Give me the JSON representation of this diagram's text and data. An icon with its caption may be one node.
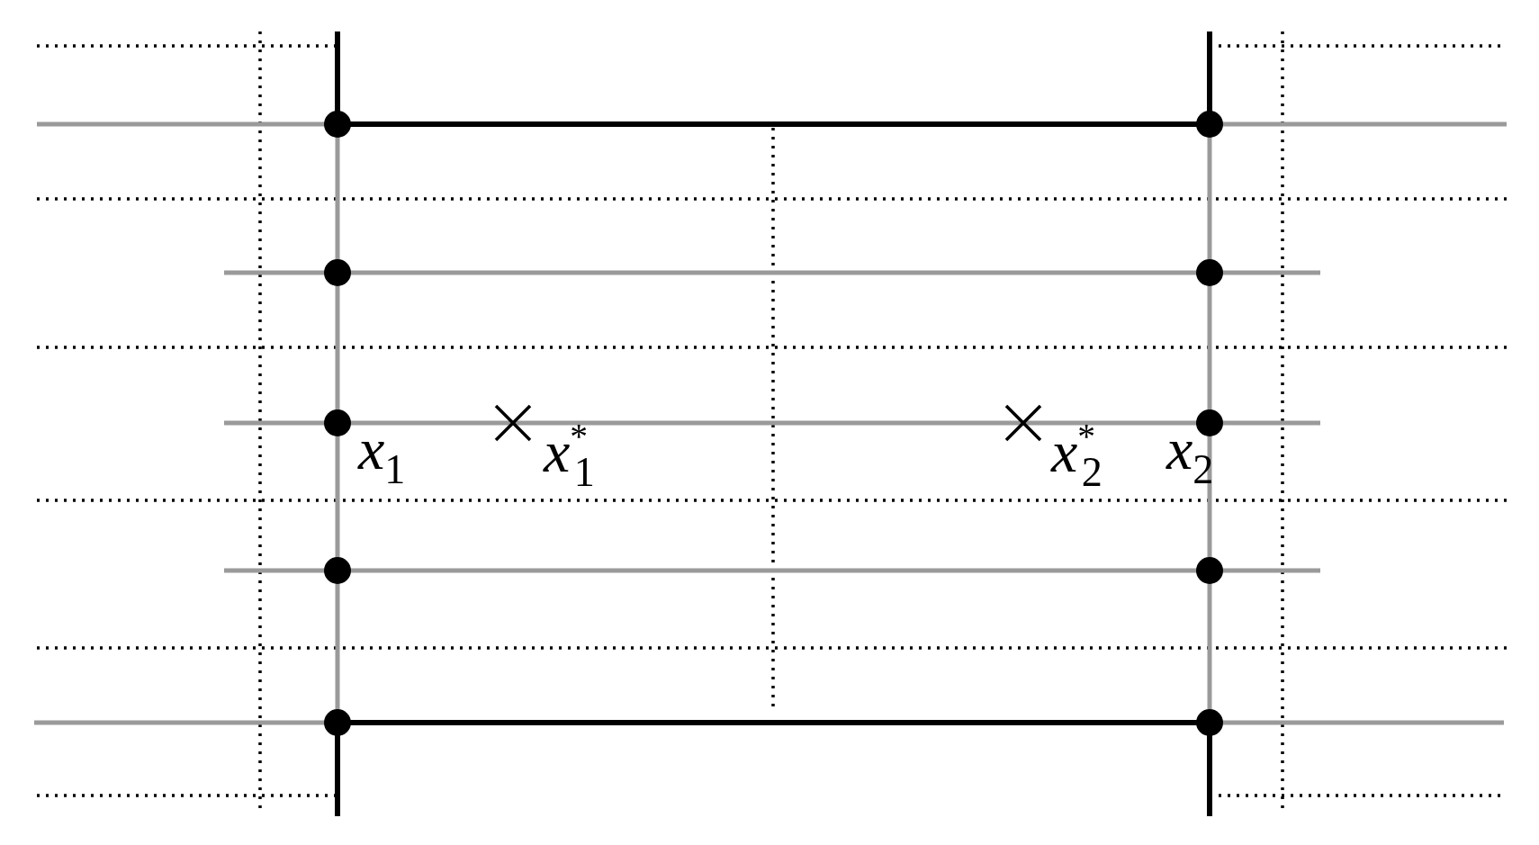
{
  "diagram": {
    "labels": [
      "x$_{1}$",
      "x$^{*}$$_{1}$",
      "x$^{*}$$_{2}$",
      "x$_{2}$"
    ]
  }
}
